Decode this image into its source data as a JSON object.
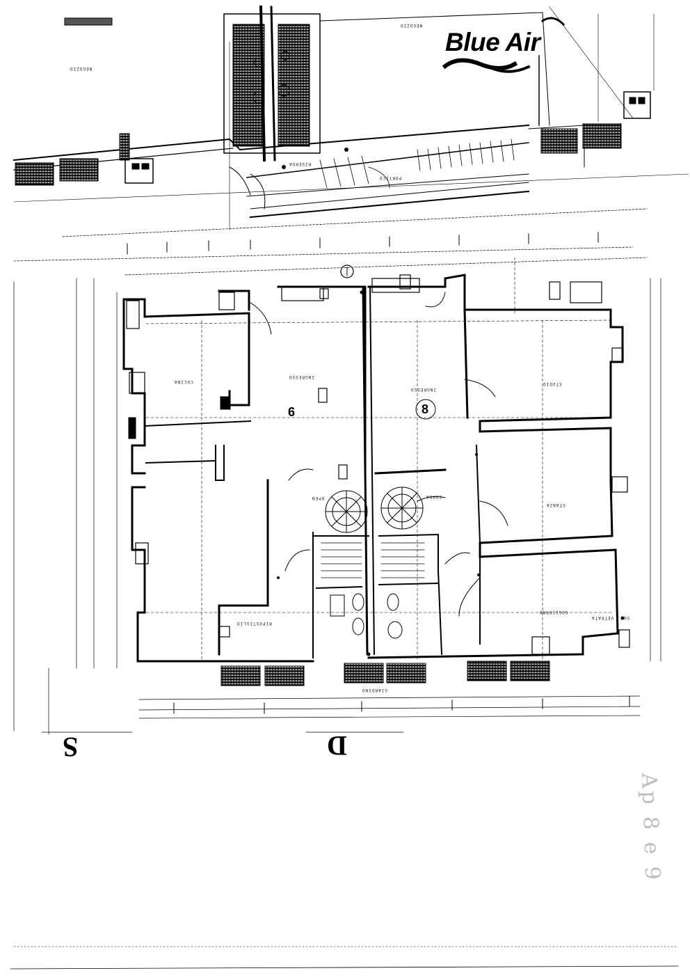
{
  "logo": {
    "text": "Blue Air"
  },
  "units": {
    "left": "9",
    "right": "8"
  },
  "side_markers": {
    "south": "S",
    "d": "D"
  },
  "room_labels": {
    "negozio_top": "NEGOZIO",
    "negozio_left": "NEGOZIO",
    "ingresso_left": "INGRESSO",
    "ingresso_right": "INGRESSO",
    "studio": "STUDIO",
    "stanza": "STANZA",
    "soggiorno": "SOGGIORNO",
    "ripostiglio": "RIPOSTIGLIO",
    "cucina": "CUCINA",
    "open": "OPEN",
    "sopra": "SOPRA",
    "giardino": "GIARDINO",
    "riserva": "RISERVA",
    "portico": "PORTICO",
    "sup_vetrata": "SUP. VETRATA"
  },
  "handwritten_note": "Ap 8 e 9"
}
